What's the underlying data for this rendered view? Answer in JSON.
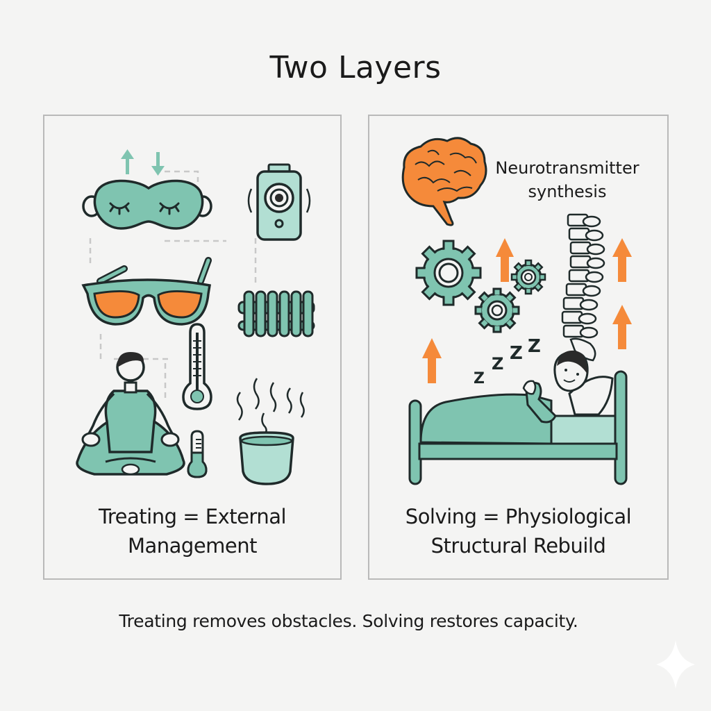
{
  "header": {
    "title": "Two Layers"
  },
  "colors": {
    "teal": "#7fc4b0",
    "teal_light": "#b2dfd3",
    "orange": "#f58a3a",
    "outline": "#1f2a2a",
    "dash": "#c8c8c8",
    "background": "#f4f4f3",
    "border": "#b9b9b9"
  },
  "left_panel": {
    "caption_line1": "Treating = External",
    "caption_line2": "Management",
    "icons": [
      "sleep-mask-icon",
      "up-down-arrows-icon",
      "white-noise-speaker-icon",
      "blue-light-glasses-icon",
      "radiator-icon",
      "thermometer-icon",
      "small-thermometer-icon",
      "meditation-person-icon",
      "warm-bath-bowl-icon"
    ]
  },
  "right_panel": {
    "label_line1": "Neurotransmitter",
    "label_line2": "synthesis",
    "caption_line1": "Solving = Physiological",
    "caption_line2": "Structural Rebuild",
    "icons": [
      "brain-icon",
      "gears-icon",
      "spine-icon",
      "up-arrow-icon",
      "sleeping-person-bed-icon",
      "zzz-icon"
    ]
  },
  "footer": {
    "text": "Treating removes obstacles. Solving restores capacity."
  }
}
